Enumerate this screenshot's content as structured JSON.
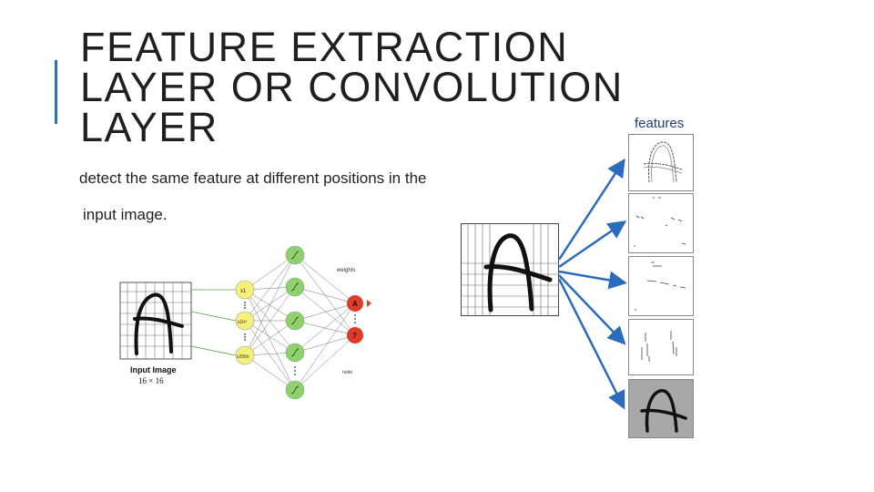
{
  "slide": {
    "title_lines": [
      "FEATURE EXTRACTION",
      "LAYER OR CONVOLUTION",
      "LAYER"
    ],
    "body_lines": [
      "detect the same feature at different positions in the",
      "input image."
    ],
    "features_label": "features"
  },
  "network": {
    "input_caption": "Input Image",
    "input_size": "16 × 16",
    "input_nodes": [
      "x1",
      "x2/r²",
      "x256/r"
    ],
    "weights_label": "weights",
    "node_label": "node",
    "output_nodes": [
      "A",
      "?"
    ]
  },
  "colors": {
    "accent": "#2e75b6",
    "arrow": "#2a6bbd",
    "input_node": "#f5f07a",
    "hidden_node": "#8fd16a",
    "output_node": "#e03a2a"
  }
}
